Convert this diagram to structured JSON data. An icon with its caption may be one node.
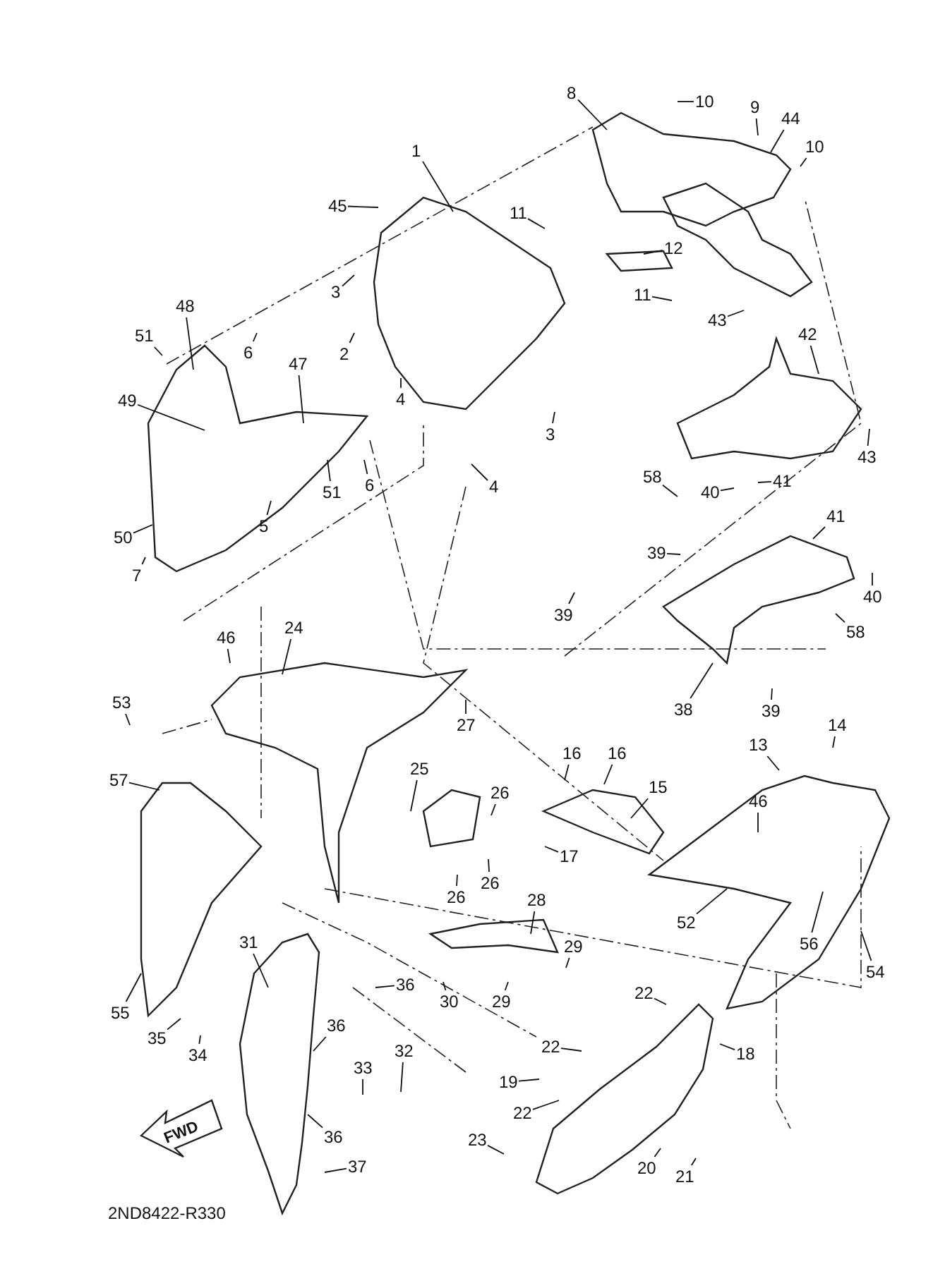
{
  "diagram": {
    "nodes": [
      {
        "text": [
          "1"
        ]
      },
      {
        "text": [
          "45"
        ]
      },
      {
        "text": [
          "8"
        ]
      },
      {
        "text": [
          "10"
        ]
      },
      {
        "text": [
          "9"
        ]
      },
      {
        "text": [
          "44"
        ]
      },
      {
        "text": [
          "10"
        ]
      },
      {
        "text": [
          "11"
        ]
      },
      {
        "text": [
          "12"
        ]
      },
      {
        "text": [
          "11"
        ]
      },
      {
        "text": [
          "3"
        ]
      },
      {
        "text": [
          "2"
        ]
      },
      {
        "text": [
          "48"
        ]
      },
      {
        "text": [
          "51"
        ]
      },
      {
        "text": [
          "6"
        ]
      },
      {
        "text": [
          "47"
        ]
      },
      {
        "text": [
          "49"
        ]
      },
      {
        "text": [
          "4"
        ]
      },
      {
        "text": [
          "3"
        ]
      },
      {
        "text": [
          "6"
        ]
      },
      {
        "text": [
          "51"
        ]
      },
      {
        "text": [
          "50"
        ]
      },
      {
        "text": [
          "5"
        ]
      },
      {
        "text": [
          "7"
        ]
      },
      {
        "text": [
          "4"
        ]
      },
      {
        "text": [
          "43"
        ]
      },
      {
        "text": [
          "42"
        ]
      },
      {
        "text": [
          "43"
        ]
      },
      {
        "text": [
          "58"
        ]
      },
      {
        "text": [
          "40"
        ]
      },
      {
        "text": [
          "41"
        ]
      },
      {
        "text": [
          "39"
        ]
      },
      {
        "text": [
          "41"
        ]
      },
      {
        "text": [
          "39"
        ]
      },
      {
        "text": [
          "40"
        ]
      },
      {
        "text": [
          "58"
        ]
      },
      {
        "text": [
          "38"
        ]
      },
      {
        "text": [
          "39"
        ]
      },
      {
        "text": [
          "24"
        ]
      },
      {
        "text": [
          "46"
        ]
      },
      {
        "text": [
          "27"
        ]
      },
      {
        "text": [
          "53"
        ]
      },
      {
        "text": [
          "57"
        ]
      },
      {
        "text": [
          "25"
        ]
      },
      {
        "text": [
          "26"
        ]
      },
      {
        "text": [
          "26"
        ]
      },
      {
        "text": [
          "26"
        ]
      },
      {
        "text": [
          "16"
        ]
      },
      {
        "text": [
          "16"
        ]
      },
      {
        "text": [
          "15"
        ]
      },
      {
        "text": [
          "17"
        ]
      },
      {
        "text": [
          "13"
        ]
      },
      {
        "text": [
          "14"
        ]
      },
      {
        "text": [
          "46"
        ]
      },
      {
        "text": [
          "52"
        ]
      },
      {
        "text": [
          "56"
        ]
      },
      {
        "text": [
          "54"
        ]
      },
      {
        "text": [
          "28"
        ]
      },
      {
        "text": [
          "29"
        ]
      },
      {
        "text": [
          "29"
        ]
      },
      {
        "text": [
          "30"
        ]
      },
      {
        "text": [
          "31"
        ]
      },
      {
        "text": [
          "36"
        ]
      },
      {
        "text": [
          "36"
        ]
      },
      {
        "text": [
          "33"
        ]
      },
      {
        "text": [
          "32"
        ]
      },
      {
        "text": [
          "36"
        ]
      },
      {
        "text": [
          "37"
        ]
      },
      {
        "text": [
          "35"
        ]
      },
      {
        "text": [
          "34"
        ]
      },
      {
        "text": [
          "55"
        ]
      },
      {
        "text": [
          "22"
        ]
      },
      {
        "text": [
          "18"
        ]
      },
      {
        "text": [
          "22"
        ]
      },
      {
        "text": [
          "19"
        ]
      },
      {
        "text": [
          "22"
        ]
      },
      {
        "text": [
          "23"
        ]
      },
      {
        "text": [
          "20"
        ]
      },
      {
        "text": [
          "21"
        ]
      }
    ],
    "edges": [
      {
        "from": 0,
        "to": null,
        "arrow": "none"
      },
      {
        "from": 1,
        "to": null,
        "arrow": "none"
      },
      {
        "from": 2,
        "to": null,
        "arrow": "none"
      },
      {
        "from": 3,
        "to": null,
        "arrow": "none"
      },
      {
        "from": 4,
        "to": null,
        "arrow": "none"
      },
      {
        "from": 5,
        "to": null,
        "arrow": "none"
      },
      {
        "from": 6,
        "to": null,
        "arrow": "none"
      },
      {
        "from": 7,
        "to": null,
        "arrow": "none"
      },
      {
        "from": 8,
        "to": null,
        "arrow": "none"
      },
      {
        "from": 9,
        "to": null,
        "arrow": "none"
      },
      {
        "from": 10,
        "to": null,
        "arrow": "none"
      },
      {
        "from": 11,
        "to": null,
        "arrow": "none"
      },
      {
        "from": 12,
        "to": null,
        "arrow": "none"
      },
      {
        "from": 13,
        "to": null,
        "arrow": "none"
      },
      {
        "from": 14,
        "to": null,
        "arrow": "none"
      },
      {
        "from": 15,
        "to": null,
        "arrow": "none"
      },
      {
        "from": 16,
        "to": null,
        "arrow": "none"
      },
      {
        "from": 17,
        "to": null,
        "arrow": "none"
      },
      {
        "from": 18,
        "to": null,
        "arrow": "none"
      },
      {
        "from": 19,
        "to": null,
        "arrow": "none"
      },
      {
        "from": 20,
        "to": null,
        "arrow": "none"
      },
      {
        "from": 21,
        "to": null,
        "arrow": "none"
      },
      {
        "from": 22,
        "to": null,
        "arrow": "none"
      },
      {
        "from": 23,
        "to": null,
        "arrow": "none"
      },
      {
        "from": 24,
        "to": null,
        "arrow": "none"
      },
      {
        "from": 25,
        "to": null,
        "arrow": "none"
      },
      {
        "from": 26,
        "to": null,
        "arrow": "none"
      },
      {
        "from": 27,
        "to": null,
        "arrow": "none"
      },
      {
        "from": 28,
        "to": null,
        "arrow": "none"
      },
      {
        "from": 29,
        "to": null,
        "arrow": "none"
      },
      {
        "from": 30,
        "to": null,
        "arrow": "none"
      },
      {
        "from": 31,
        "to": null,
        "arrow": "none"
      },
      {
        "from": 32,
        "to": null,
        "arrow": "none"
      },
      {
        "from": 33,
        "to": null,
        "arrow": "none"
      },
      {
        "from": 34,
        "to": null,
        "arrow": "none"
      },
      {
        "from": 35,
        "to": null,
        "arrow": "none"
      },
      {
        "from": 36,
        "to": null,
        "arrow": "none"
      },
      {
        "from": 37,
        "to": null,
        "arrow": "none"
      },
      {
        "from": 38,
        "to": null,
        "arrow": "none"
      },
      {
        "from": 39,
        "to": null,
        "arrow": "none"
      },
      {
        "from": 40,
        "to": null,
        "arrow": "none"
      },
      {
        "from": 41,
        "to": null,
        "arrow": "none"
      },
      {
        "from": 42,
        "to": null,
        "arrow": "none"
      },
      {
        "from": 43,
        "to": null,
        "arrow": "none"
      },
      {
        "from": 44,
        "to": null,
        "arrow": "none"
      },
      {
        "from": 45,
        "to": null,
        "arrow": "none"
      },
      {
        "from": 46,
        "to": null,
        "arrow": "none"
      },
      {
        "from": 47,
        "to": null,
        "arrow": "none"
      },
      {
        "from": 48,
        "to": null,
        "arrow": "none"
      },
      {
        "from": 49,
        "to": null,
        "arrow": "none"
      },
      {
        "from": 50,
        "to": null,
        "arrow": "none"
      },
      {
        "from": 51,
        "to": null,
        "arrow": "none"
      },
      {
        "from": 52,
        "to": null,
        "arrow": "none"
      },
      {
        "from": 53,
        "to": null,
        "arrow": "none"
      },
      {
        "from": 54,
        "to": null,
        "arrow": "none"
      },
      {
        "from": 55,
        "to": null,
        "arrow": "none"
      },
      {
        "from": 56,
        "to": null,
        "arrow": "none"
      },
      {
        "from": 57,
        "to": null,
        "arrow": "none"
      },
      {
        "from": 58,
        "to": null,
        "arrow": "none"
      },
      {
        "from": 59,
        "to": null,
        "arrow": "none"
      },
      {
        "from": 60,
        "to": null,
        "arrow": "none"
      },
      {
        "from": 61,
        "to": null,
        "arrow": "none"
      },
      {
        "from": 62,
        "to": null,
        "arrow": "none"
      },
      {
        "from": 63,
        "to": null,
        "arrow": "none"
      },
      {
        "from": 64,
        "to": null,
        "arrow": "none"
      },
      {
        "from": 65,
        "to": null,
        "arrow": "none"
      },
      {
        "from": 66,
        "to": null,
        "arrow": "none"
      },
      {
        "from": 67,
        "to": null,
        "arrow": "none"
      },
      {
        "from": 68,
        "to": null,
        "arrow": "none"
      },
      {
        "from": 69,
        "to": null,
        "arrow": "none"
      },
      {
        "from": 70,
        "to": null,
        "arrow": "none"
      },
      {
        "from": 71,
        "to": null,
        "arrow": "none"
      },
      {
        "from": 72,
        "to": null,
        "arrow": "none"
      },
      {
        "from": 73,
        "to": null,
        "arrow": "none"
      },
      {
        "from": 74,
        "to": null,
        "arrow": "none"
      },
      {
        "from": 75,
        "to": null,
        "arrow": "none"
      },
      {
        "from": 76,
        "to": null,
        "arrow": "none"
      },
      {
        "from": 77,
        "to": null,
        "arrow": "none"
      },
      {
        "from": 78,
        "to": null,
        "arrow": "none"
      }
    ],
    "labels": [
      "FWD",
      "2ND8422-R330"
    ]
  }
}
